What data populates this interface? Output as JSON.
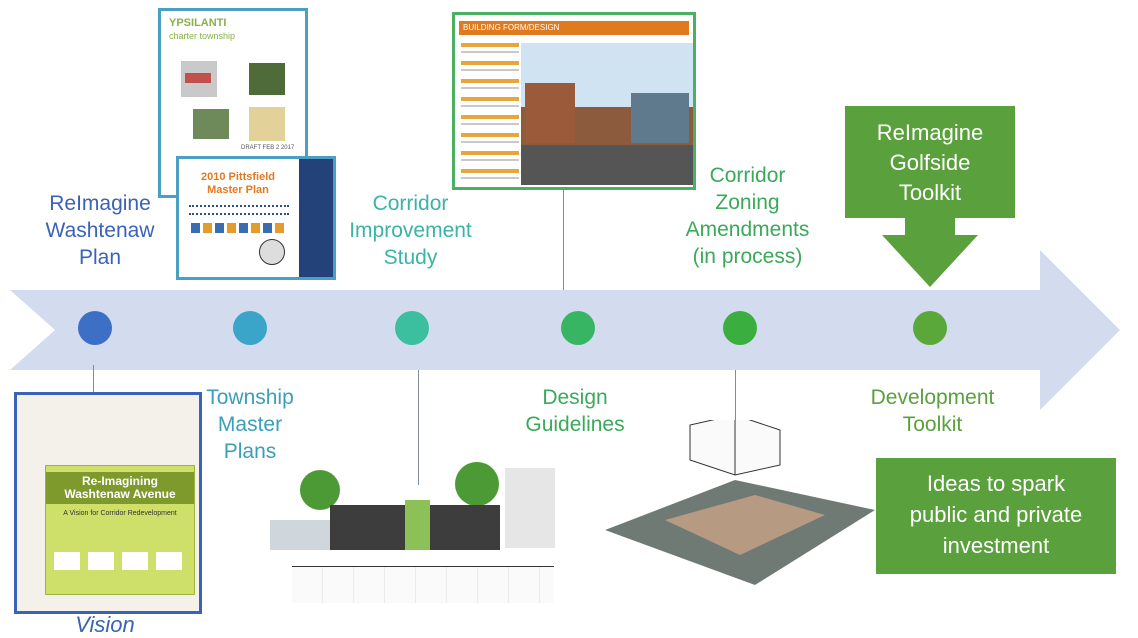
{
  "timeline": {
    "stages_top": [
      {
        "label": "ReImagine\nWashtenaw\nPlan",
        "color": "#3a63b7"
      },
      {
        "label": "Corridor\nImprovement\nStudy",
        "color": "#3ab3a8"
      },
      {
        "label": "Corridor\nZoning\nAmendments\n(in process)",
        "color": "#3aaa5a"
      }
    ],
    "stages_bottom": [
      {
        "label": "Township\nMaster\nPlans",
        "color": "#3a9fb7"
      },
      {
        "label": "Design\nGuidelines",
        "color": "#3aaa5a"
      },
      {
        "label": "Development\nToolkit",
        "color": "#5aa03c"
      }
    ],
    "dot_colors": [
      "#3e6fc7",
      "#3aa5c8",
      "#3cbf9e",
      "#38b563",
      "#3aaf3f",
      "#5aa83a"
    ],
    "arrow_color": "#d3dbef"
  },
  "callout_toolkit": {
    "label": "ReImagine\nGolfside\nToolkit"
  },
  "callout_ideas": {
    "label": "Ideas to spark\npublic and private\ninvestment"
  },
  "vision_caption": "Vision",
  "documents": {
    "ypsilanti": {
      "title": "YPSILANTI",
      "subtitle": "charter township",
      "footer": "DRAFT FEB 2 2017"
    },
    "pittsfield": {
      "title": "2010 Pittsfield\nMaster Plan"
    },
    "building_form": {
      "title": "BUILDING FORM/DESIGN"
    },
    "reimagining": {
      "title": "Re-Imagining\nWashtenaw Avenue",
      "subtitle": "A Vision for Corridor Redevelopment"
    }
  }
}
